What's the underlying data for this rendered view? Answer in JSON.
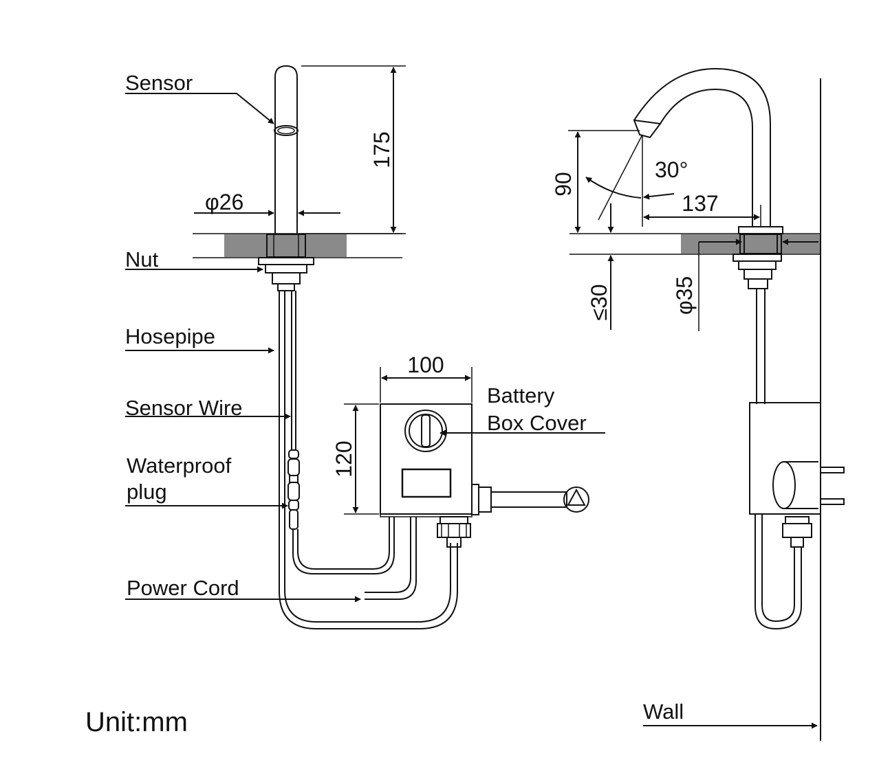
{
  "labels": {
    "sensor": "Sensor",
    "nut": "Nut",
    "hosepipe": "Hosepipe",
    "sensor_wire": "Sensor Wire",
    "waterproof_plug_1": "Waterproof",
    "waterproof_plug_2": "plug",
    "power_cord": "Power  Cord",
    "battery_box_cover_1": "Battery",
    "battery_box_cover_2": "Box Cover",
    "wall": "Wall",
    "unit": "Unit:mm"
  },
  "dimensions": {
    "height_175": "175",
    "diameter_26": "φ26",
    "width_100": "100",
    "height_120": "120",
    "height_90": "90",
    "angle_30": "30°",
    "reach_137": "137",
    "max_30": "≤30",
    "diameter_35": "φ35"
  },
  "colors": {
    "line": "#111111",
    "countertop": "#8a8a8a",
    "background": "#ffffff"
  }
}
